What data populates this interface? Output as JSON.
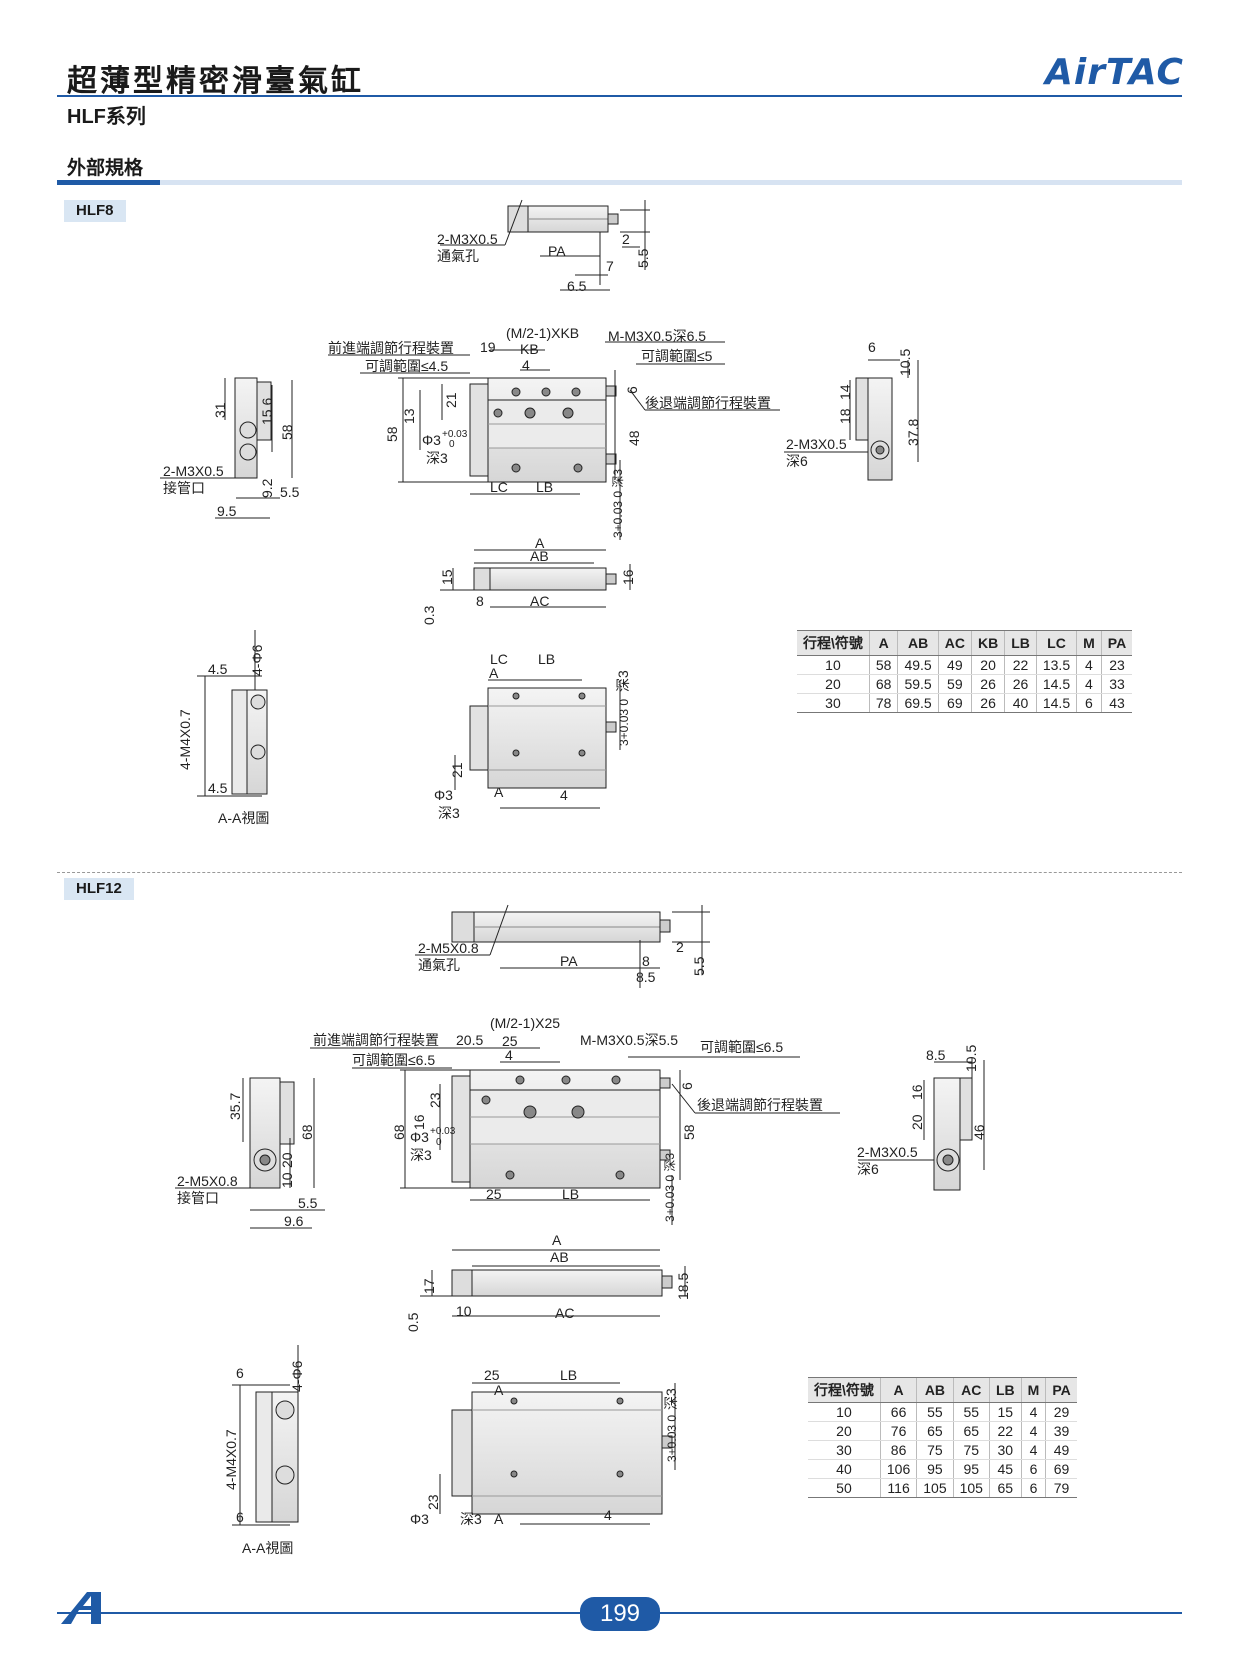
{
  "header": {
    "title": "超薄型精密滑臺氣缸",
    "subtitle": "HLF系列",
    "brand": "AirTAC",
    "brand_color": "#1f5aa6"
  },
  "section": {
    "title": "外部規格"
  },
  "hlf8": {
    "tag": "HLF8",
    "labels": {
      "port_thread": "2-M3X0.5",
      "port_name": "通氣孔",
      "pa": "PA",
      "dim_2": "2",
      "dim_7": "7",
      "dim_55": "5.5",
      "dim_65": "6.5",
      "m_kb": "(M/2-1)XKB",
      "m_thread": "M-M3X0.5深6.5",
      "front_adj": "前進端調節行程裝置",
      "front_range": "可調範圍≤4.5",
      "adj_range_5": "可調範圍≤5",
      "rear_adj": "後退端調節行程裝置",
      "d19": "19",
      "kb": "KB",
      "d4": "4",
      "d21": "21",
      "d13": "13",
      "d58": "58",
      "phi3": "Φ3",
      "tol": "+0.03",
      "tol0": "0",
      "deep3": "深3",
      "d6": "6",
      "d48": "48",
      "lc": "LC",
      "lb": "LB",
      "deep3_tol": "3+0.03 0 深3",
      "d31": "31",
      "d156": "15.6",
      "d58b": "58",
      "inlet_thread": "2-M3X0.5",
      "inlet_name": "接管口",
      "d92": "9.2",
      "d55b": "5.5",
      "d95": "9.5",
      "d6r": "6",
      "d105": "10.5",
      "d14": "14",
      "d18": "18",
      "d378": "37.8",
      "side_thread": "2-M3X0.5",
      "side_deep": "深6",
      "a": "A",
      "ab": "AB",
      "ac": "AC",
      "d15": "15",
      "d16": "16",
      "d03": "0.3",
      "d8": "8",
      "d45": "4.5",
      "phi6": "4-Φ6",
      "m4": "4-M4X0.7",
      "d45b": "4.5",
      "aa_view": "A-A視圖",
      "bottom_a": "A",
      "bottom_lc": "LC",
      "bottom_lb": "LB",
      "bottom_21": "21",
      "bottom_4": "4",
      "bottom_phi": "Φ3",
      "bottom_deep": "深3",
      "bottom_deep3": "深3",
      "bottom_tol": "3+0.03 0",
      "a_mark": "A"
    },
    "table": {
      "headers": [
        "行程\\符號",
        "A",
        "AB",
        "AC",
        "KB",
        "LB",
        "LC",
        "M",
        "PA"
      ],
      "rows": [
        [
          "10",
          "58",
          "49.5",
          "49",
          "20",
          "22",
          "13.5",
          "4",
          "23"
        ],
        [
          "20",
          "68",
          "59.5",
          "59",
          "26",
          "26",
          "14.5",
          "4",
          "33"
        ],
        [
          "30",
          "78",
          "69.5",
          "69",
          "26",
          "40",
          "14.5",
          "6",
          "43"
        ]
      ]
    }
  },
  "hlf12": {
    "tag": "HLF12",
    "labels": {
      "port_thread": "2-M5X0.8",
      "port_name": "通氣孔",
      "pa": "PA",
      "dim_2": "2",
      "dim_8": "8",
      "dim_85": "8.5",
      "dim_55": "5.5",
      "m_25": "(M/2-1)X25",
      "m_thread": "M-M3X0.5深5.5",
      "adj_range": "可調範圍≤6.5",
      "front_adj": "前進端調節行程裝置",
      "front_range": "可調範圍≤6.5",
      "rear_adj": "後退端調節行程裝置",
      "d205": "20.5",
      "d25": "25",
      "d4": "4",
      "d6": "6",
      "d23": "23",
      "d16": "16",
      "d68": "68",
      "phi3": "Φ3",
      "tol": "+0.03",
      "tol0": "0",
      "deep3": "深3",
      "d58": "58",
      "d25b": "25",
      "lb": "LB",
      "deep3_tol": "3+0.03 0 深3",
      "d357": "35.7",
      "d68b": "68",
      "d20": "20",
      "d10": "10",
      "inlet_thread": "2-M5X0.8",
      "inlet_name": "接管口",
      "d55b": "5.5",
      "d96": "9.6",
      "d85r": "8.5",
      "d105": "10.5",
      "d16r": "16",
      "d20r": "20",
      "d46": "46",
      "side_thread": "2-M3X0.5",
      "side_deep": "深6",
      "a": "A",
      "ab": "AB",
      "ac": "AC",
      "d17": "17",
      "d185": "18.5",
      "d05": "0.5",
      "d10b": "10",
      "d6a": "6",
      "phi6": "4-Φ6",
      "m4": "4-M4X0.7",
      "d6b": "6",
      "aa_view": "A-A視圖",
      "bottom_25": "25",
      "bottom_lb": "LB",
      "bottom_a": "A",
      "bottom_23": "23",
      "bottom_4": "4",
      "bottom_phi": "Φ3",
      "bottom_deep": "深3",
      "bottom_deep3": "深3",
      "bottom_tol": "3+0.03 0",
      "a_mark": "A"
    },
    "table": {
      "headers": [
        "行程\\符號",
        "A",
        "AB",
        "AC",
        "LB",
        "M",
        "PA"
      ],
      "rows": [
        [
          "10",
          "66",
          "55",
          "55",
          "15",
          "4",
          "29"
        ],
        [
          "20",
          "76",
          "65",
          "65",
          "22",
          "4",
          "39"
        ],
        [
          "30",
          "86",
          "75",
          "75",
          "30",
          "4",
          "49"
        ],
        [
          "40",
          "106",
          "95",
          "95",
          "45",
          "6",
          "69"
        ],
        [
          "50",
          "116",
          "105",
          "105",
          "65",
          "6",
          "79"
        ]
      ]
    }
  },
  "footer": {
    "page": "199"
  }
}
